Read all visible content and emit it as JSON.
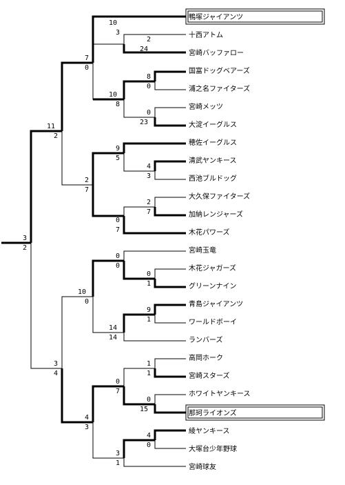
{
  "teams": [
    "鴨塚ジャイアンツ",
    "十西アトム",
    "宮崎バッファロー",
    "国富ドッグベアーズ",
    "浦之名ファイターズ",
    "宮崎メッツ",
    "大淀イーグルス",
    "穂佐イーグルス",
    "清武ヤンキース",
    "西池ブルドッグ",
    "大久保ファイターズ",
    "加納レンジャーズ",
    "木花パワーズ",
    "宮崎玉竜",
    "木花ジャガーズ",
    "グリーンナイン",
    "青島ジャイアンツ",
    "ワールドボーイ",
    "ランバーズ",
    "高岡ホーク",
    "宮崎スターズ",
    "ホワイトヤンキース",
    "那珂ライオンズ",
    "綾ヤンキース",
    "大塚台少年野球",
    "宮崎球友"
  ],
  "boxed_teams": [
    "鴨塚ジャイアンツ",
    "那珂ライオンズ"
  ],
  "scores": {
    "r1": {
      "tomi_urano": [
        "8",
        "0"
      ],
      "mets_oyodo": [
        "0",
        "23"
      ],
      "kiyo_nishi": [
        "4",
        "3"
      ],
      "okubo_kano": [
        "2",
        "7"
      ],
      "jag_green": [
        "0",
        "1"
      ],
      "aoshima_world": [
        "9",
        "1"
      ],
      "takaoka_stars": [
        "1",
        "1"
      ],
      "white_naka": [
        "0",
        "15"
      ],
      "aya_otsuka": [
        "4",
        "0"
      ]
    },
    "r2": {
      "jumi_miyazaki": [
        "2",
        "24"
      ],
      "hosa_kiyo": [
        "9",
        "5"
      ],
      "okubo_kibana": [
        "0",
        "7"
      ],
      "gyoku_green": [
        "0",
        "0"
      ],
      "aoshima_lumber": [
        "14",
        "14"
      ],
      "takaoka_naka": [
        "0",
        "7"
      ],
      "aya_kyuyu": [
        "3",
        "1"
      ]
    },
    "r3": {
      "kamo_miyazaki": [
        "10",
        "3"
      ],
      "kokufu_oyodo": [
        "10",
        "8"
      ],
      "green_aoshima": [
        "10",
        "0"
      ],
      "stars_aya": [
        "4",
        "3"
      ]
    },
    "r4": {
      "kamo_kokufu": [
        "7",
        "0"
      ],
      "hosa_kibana": [
        "2",
        "7"
      ],
      "gyoku_stars": [
        "3",
        "4"
      ]
    },
    "r5": {
      "kamo_kibana": [
        "11",
        "2"
      ]
    },
    "final": [
      "3",
      "2"
    ]
  }
}
